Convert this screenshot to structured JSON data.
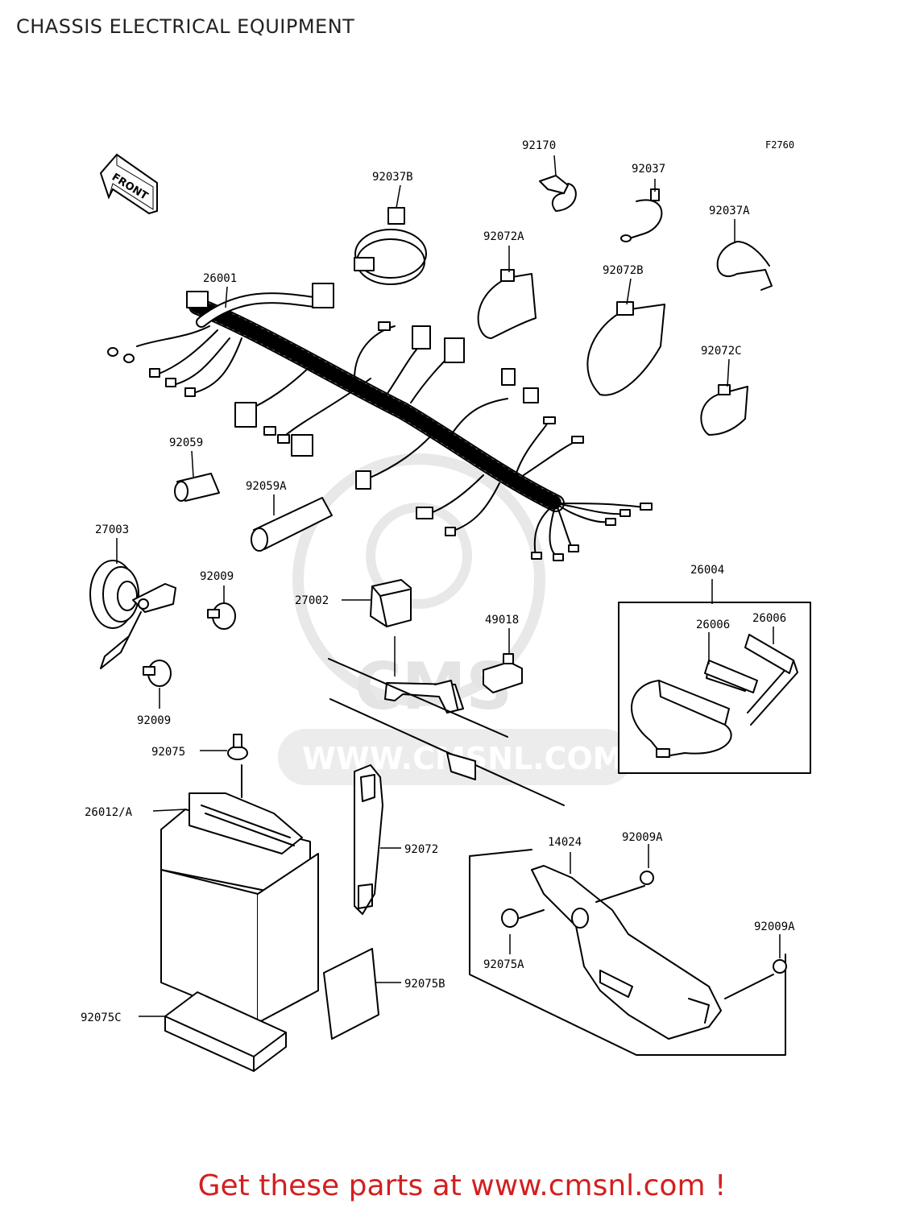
{
  "title": "CHASSIS ELECTRICAL EQUIPMENT",
  "figure_code": "F2760",
  "front_marker": "FRONT",
  "watermark": {
    "logo": "CMS",
    "site": "WWW.CMSNL.COM"
  },
  "parts": [
    "92170",
    "92037B",
    "92037",
    "92037A",
    "92072A",
    "92072B",
    "26001",
    "92072C",
    "92059",
    "92059A",
    "27003",
    "92009",
    "27002",
    "49018",
    "26004",
    "26006",
    "26006",
    "92009",
    "92075",
    "26012/A",
    "92072",
    "14024",
    "92009A",
    "92075A",
    "92009A",
    "92075B",
    "92075C"
  ],
  "footer_text": "Get these parts at www.cmsnl.com !",
  "colors": {
    "footer": "#d41f1f",
    "line": "#000000",
    "watermark": "#e4e4e4"
  }
}
